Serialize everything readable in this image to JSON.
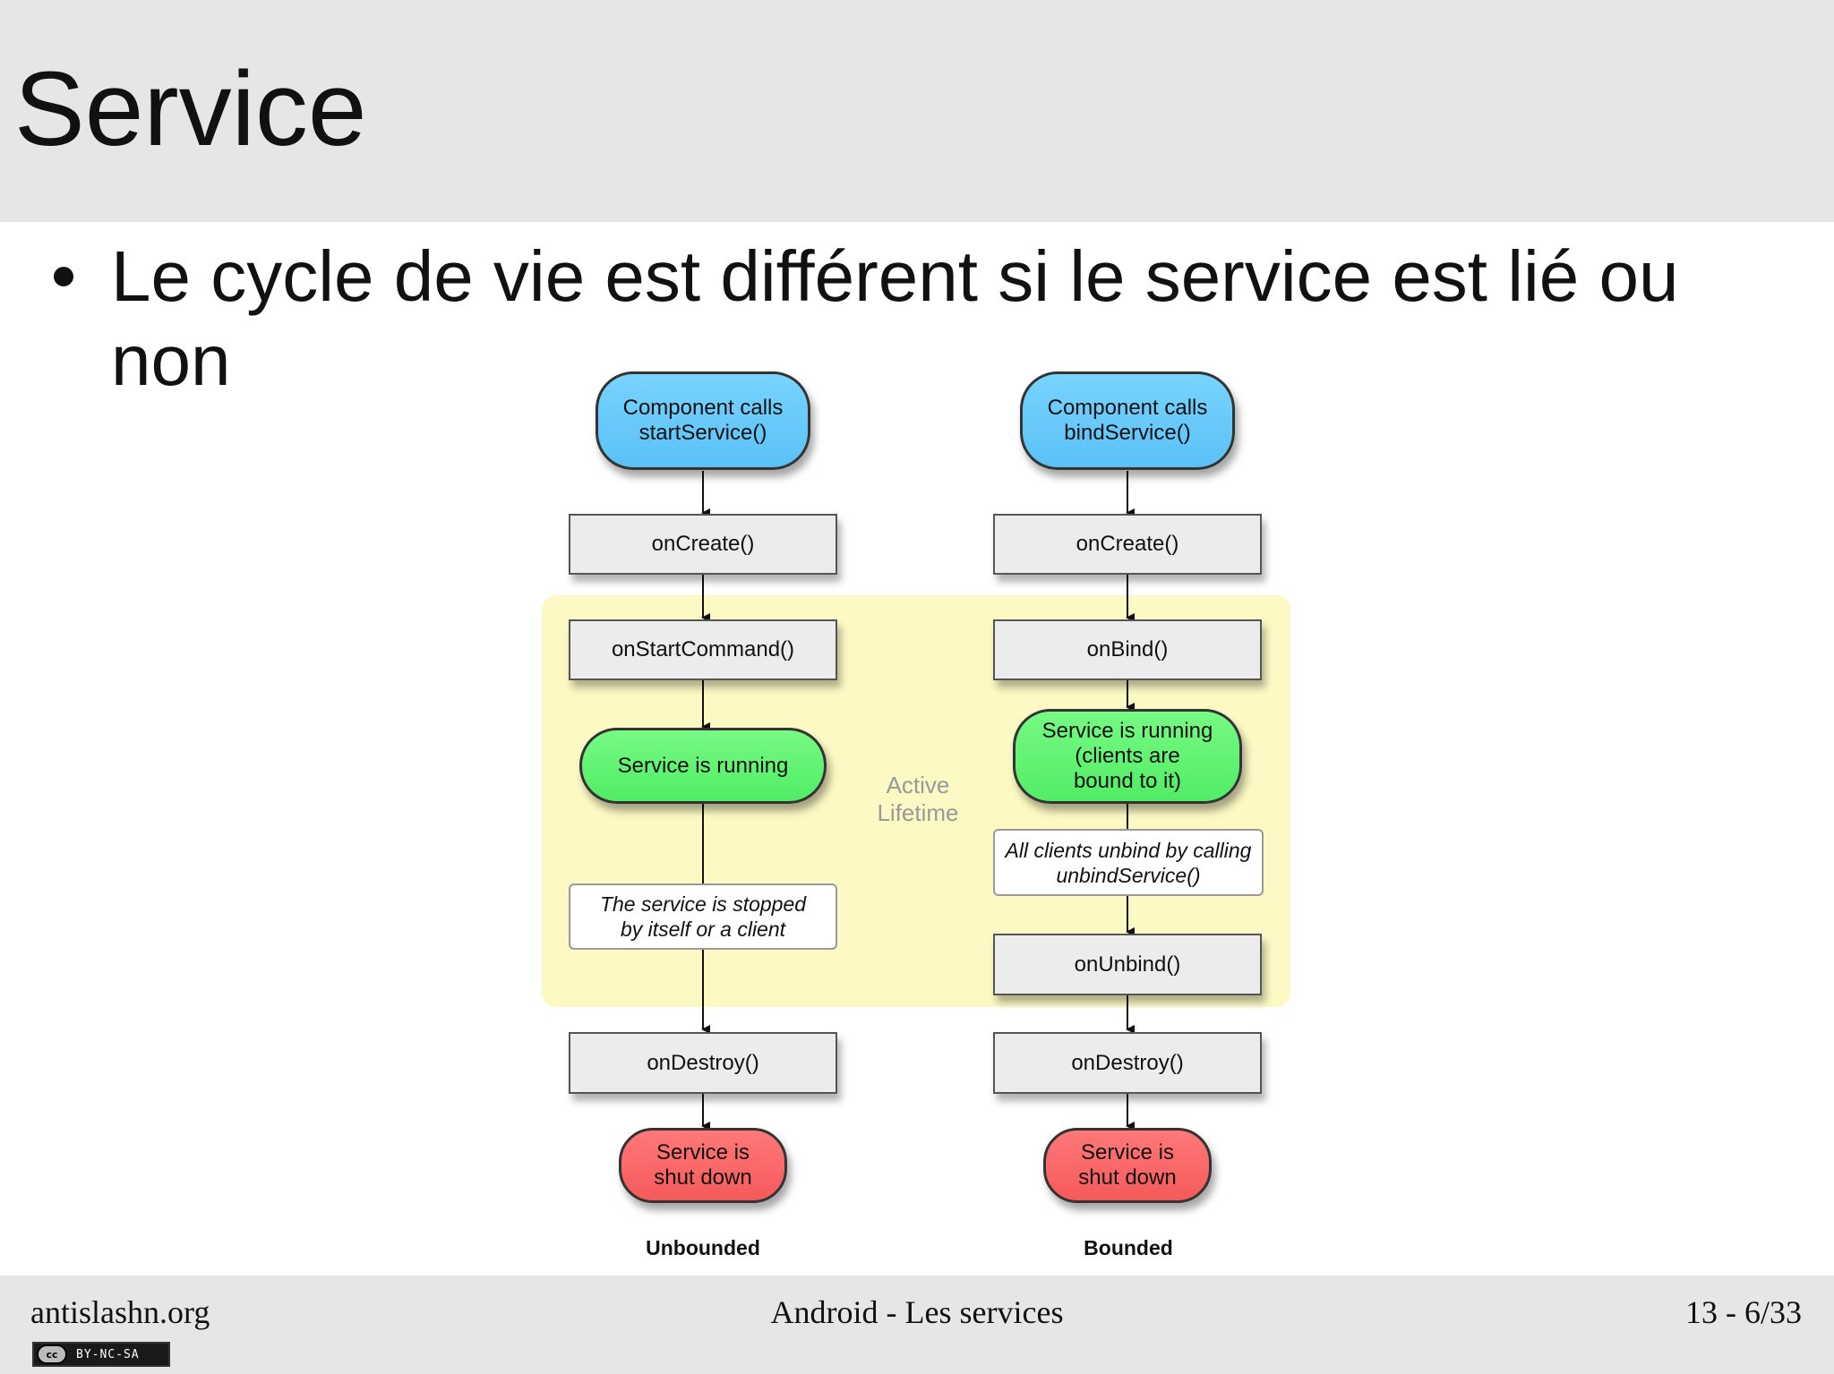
{
  "slide": {
    "title": "Service",
    "bullet": "Le cycle de vie est différent si le service est lié ou non"
  },
  "diagram": {
    "active_lifetime": "Active\nLifetime",
    "unbounded": {
      "label": "Unbounded",
      "start": "Component calls\nstartService()",
      "on_create": "onCreate()",
      "on_start_command": "onStartCommand()",
      "running": "Service is running",
      "stopped_note": "The service is stopped\nby itself or a client",
      "on_destroy": "onDestroy()",
      "shut_down": "Service is\nshut down"
    },
    "bounded": {
      "label": "Bounded",
      "start": "Component calls\nbindService()",
      "on_create": "onCreate()",
      "on_bind": "onBind()",
      "running": "Service is running\n(clients are\nbound to it)",
      "unbind_note": "All clients unbind by calling\nunbindService()",
      "on_unbind": "onUnbind()",
      "on_destroy": "onDestroy()",
      "shut_down": "Service is\nshut down"
    },
    "colors": {
      "start": "#5ac1f5",
      "running": "#52ec66",
      "shut_down": "#f55a5a",
      "active_zone": "#fcf9c4"
    }
  },
  "footer": {
    "site": "antislashn.org",
    "title": "Android - Les services",
    "page": "13 - 6/33",
    "license": "BY-NC-SA",
    "license_cc": "cc"
  }
}
